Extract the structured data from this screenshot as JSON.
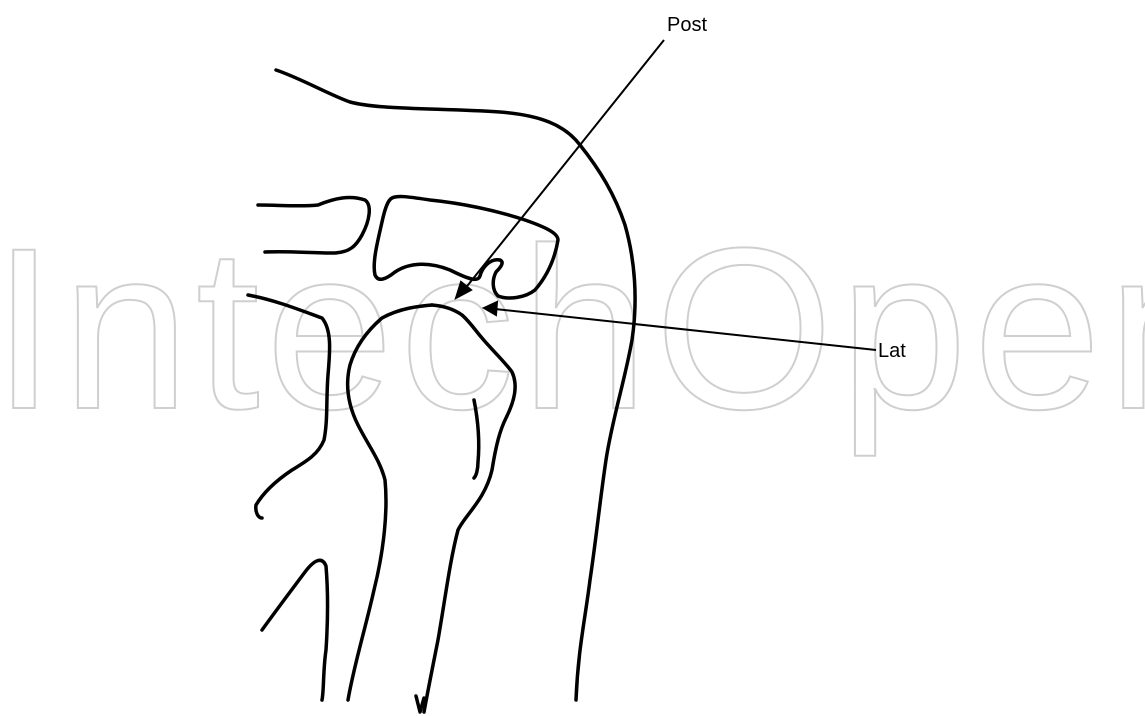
{
  "labels": {
    "post": "Post",
    "lat": "Lat"
  },
  "watermark": {
    "text": "IntechOpen",
    "color": "#cfcfcf"
  },
  "colors": {
    "stroke": "#000000",
    "background": "#ffffff"
  }
}
